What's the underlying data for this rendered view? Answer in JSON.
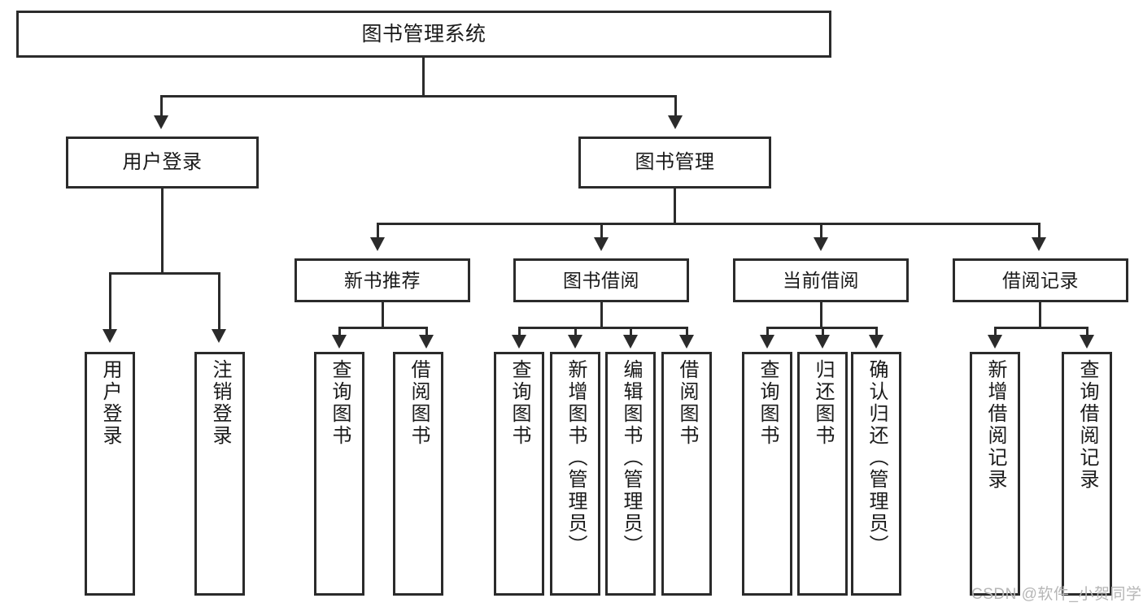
{
  "diagram": {
    "type": "tree",
    "title": "图书管理系统",
    "root": {
      "label": "图书管理系统"
    },
    "level2": [
      {
        "label": "用户登录"
      },
      {
        "label": "图书管理"
      }
    ],
    "level3": [
      {
        "label": "新书推荐"
      },
      {
        "label": "图书借阅"
      },
      {
        "label": "当前借阅"
      },
      {
        "label": "借阅记录"
      }
    ],
    "leaves": {
      "user_login": [
        {
          "label": "用户登录"
        },
        {
          "label": "注销登录"
        }
      ],
      "new_book_recommend": [
        {
          "label": "查询图书"
        },
        {
          "label": "借阅图书"
        }
      ],
      "book_borrow": [
        {
          "label": "查询图书"
        },
        {
          "label": "新增图书（管理员）"
        },
        {
          "label": "编辑图书（管理员）"
        },
        {
          "label": "借阅图书"
        }
      ],
      "current_borrow": [
        {
          "label": "查询图书"
        },
        {
          "label": "归还图书"
        },
        {
          "label": "确认归还（管理员）"
        }
      ],
      "borrow_record": [
        {
          "label": "新增借阅记录"
        },
        {
          "label": "查询借阅记录"
        }
      ]
    }
  },
  "watermark": {
    "text": "CSDN @软件_小贺同学"
  },
  "colors": {
    "stroke": "#2b2b2b",
    "fill": "#ffffff",
    "text": "#1a1a1a",
    "watermark": "#b6b6b6"
  }
}
